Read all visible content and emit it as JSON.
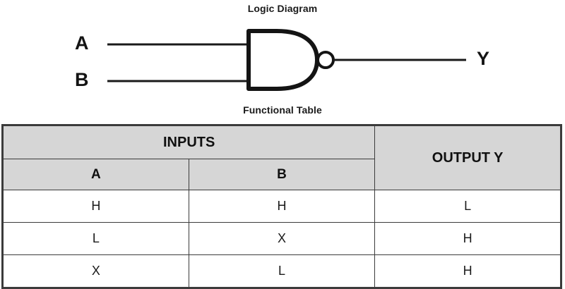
{
  "diagram": {
    "title": "Logic Diagram",
    "gate_type": "nand-gate",
    "inputs": [
      {
        "label": "A"
      },
      {
        "label": "B"
      }
    ],
    "output": {
      "label": "Y"
    }
  },
  "table": {
    "caption": "Functional Table",
    "header_group_inputs": "INPUTS",
    "header_output": "OUTPUT Y",
    "header_input_a": "A",
    "header_input_b": "B",
    "rows": [
      {
        "a": "H",
        "b": "H",
        "y": "L"
      },
      {
        "a": "L",
        "b": "X",
        "y": "H"
      },
      {
        "a": "X",
        "b": "L",
        "y": "H"
      }
    ]
  },
  "colors": {
    "header_background": "#d6d6d6",
    "border": "#3b3b3b",
    "ink": "#1a1a1a",
    "page_background": "#ffffff"
  }
}
